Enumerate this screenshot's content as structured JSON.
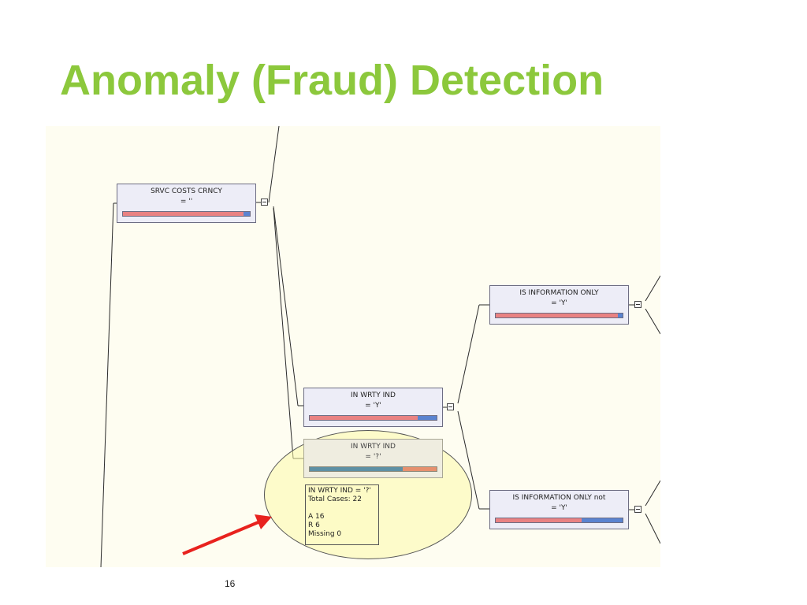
{
  "slide": {
    "title": "Anomaly (Fraud) Detection",
    "page_number": "16",
    "title_color": "#8cc83c"
  },
  "tree": {
    "nodes": [
      {
        "id": "srvc-costs-crncy",
        "name": "SRVC COSTS CRNCY",
        "condition": "= ''",
        "distribution": [
          {
            "color": "#e98282",
            "fraction": 0.95
          },
          {
            "color": "#5a83d0",
            "fraction": 0.05
          }
        ]
      },
      {
        "id": "is-information-only",
        "name": "IS INFORMATION ONLY",
        "condition": "= 'Y'",
        "distribution": [
          {
            "color": "#e98282",
            "fraction": 0.96
          },
          {
            "color": "#5a83d0",
            "fraction": 0.04
          }
        ]
      },
      {
        "id": "in-wrty-ind-y",
        "name": "IN WRTY IND",
        "condition": "= 'Y'",
        "distribution": [
          {
            "color": "#e98282",
            "fraction": 0.85
          },
          {
            "color": "#5a83d0",
            "fraction": 0.15
          }
        ]
      },
      {
        "id": "in-wrty-ind-q",
        "name": "IN WRTY IND",
        "condition": "= '?'",
        "distribution": [
          {
            "color": "#5e90a4",
            "fraction": 0.73
          },
          {
            "color": "#e6906e",
            "fraction": 0.27
          }
        ]
      },
      {
        "id": "is-information-only-not",
        "name": "IS INFORMATION ONLY not",
        "condition": "= 'Y'",
        "distribution": [
          {
            "color": "#e98282",
            "fraction": 0.68
          },
          {
            "color": "#5a83d0",
            "fraction": 0.32
          }
        ]
      }
    ],
    "tooltip": {
      "heading": "IN WRTY IND = '?'",
      "total_cases": "Total Cases: 22",
      "class_a": "A  16",
      "class_r": "R  6",
      "missing": "Missing  0"
    }
  },
  "colors": {
    "panel_background": "#fefdf1",
    "highlight": "#fcfaaa",
    "arrow": "#e8221e"
  }
}
